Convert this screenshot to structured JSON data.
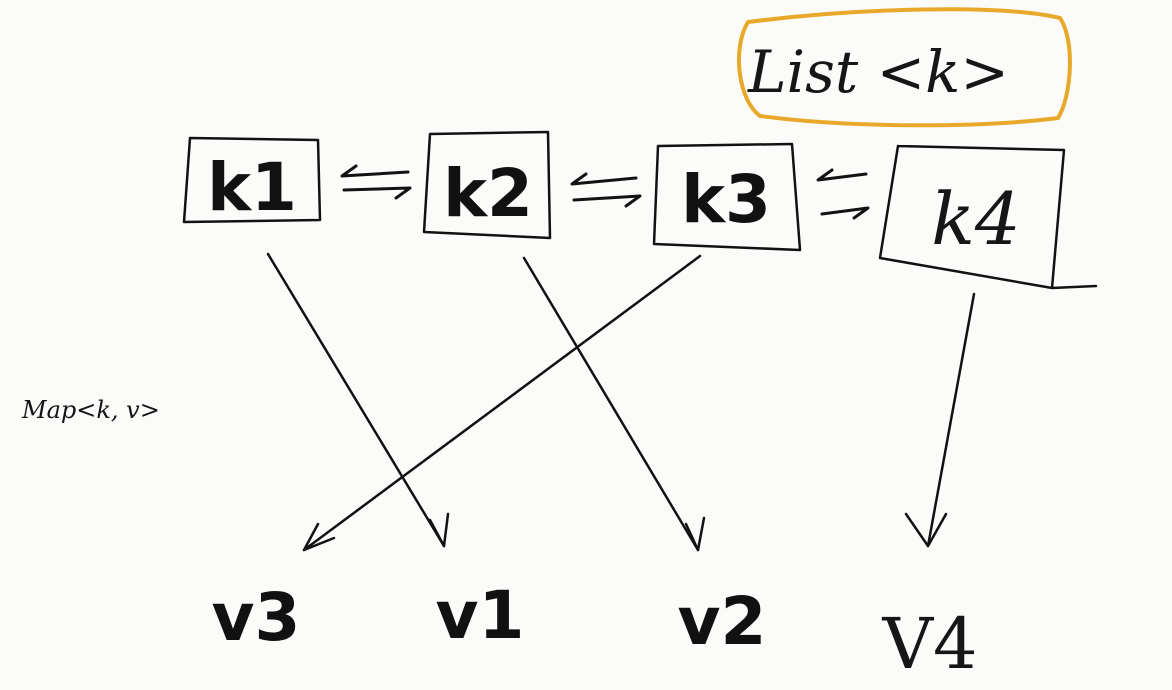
{
  "list_label": "List <k>",
  "map_label": "Map<k, v>",
  "keys": [
    "k1",
    "k2",
    "k3",
    "k4"
  ],
  "values": [
    "v3",
    "v1",
    "v2",
    "V4"
  ],
  "mappings": [
    {
      "from": "k1",
      "to": "v1"
    },
    {
      "from": "k2",
      "to": "v2"
    },
    {
      "from": "k3",
      "to": "v3"
    },
    {
      "from": "k4",
      "to": "V4"
    }
  ],
  "colors": {
    "ink": "#121212",
    "highlight": "#e8a92a",
    "background": "#fbfbfa"
  }
}
